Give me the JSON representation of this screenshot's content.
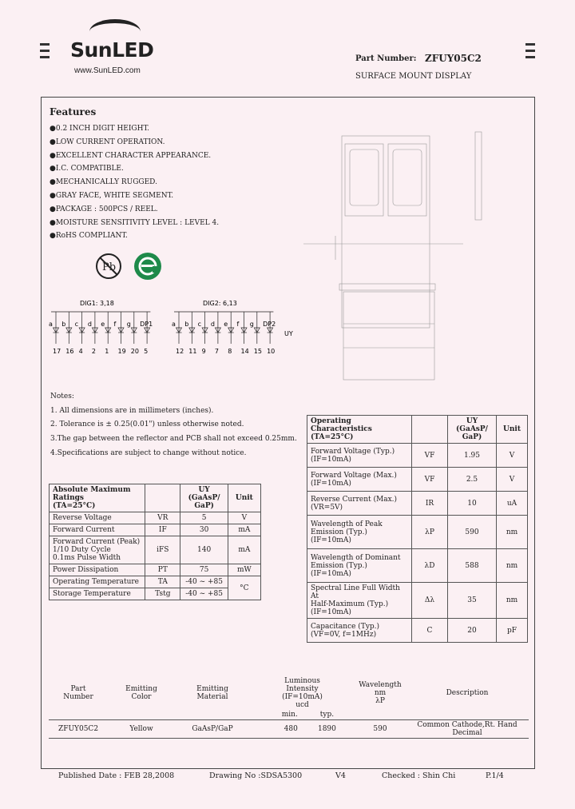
{
  "logo": {
    "brand": "SunLED",
    "url": "www.SunLED.com"
  },
  "header": {
    "part_label": "Part Number:",
    "part_number": "ZFUY05C2",
    "subtitle": "SURFACE MOUNT DISPLAY"
  },
  "features": {
    "title": "Features",
    "items": [
      "0.2 INCH DIGIT HEIGHT.",
      "LOW CURRENT OPERATION.",
      "EXCELLENT CHARACTER APPEARANCE.",
      "I.C. COMPATIBLE.",
      "MECHANICALLY RUGGED.",
      "GRAY FACE, WHITE SEGMENT.",
      "PACKAGE : 500PCS / REEL.",
      "MOISTURE SENSITIVITY LEVEL : LEVEL 4.",
      "RoHS COMPLIANT."
    ]
  },
  "circuit": {
    "dig1_label": "DIG1: 3,18",
    "dig2_label": "DIG2: 6,13",
    "dig1_segments": [
      "a",
      "b",
      "c",
      "d",
      "e",
      "f",
      "g",
      "DP1"
    ],
    "dig1_pins": [
      "17",
      "16",
      "4",
      "2",
      "1",
      "19",
      "20",
      "5"
    ],
    "dig2_segments": [
      "a",
      "b",
      "c",
      "d",
      "e",
      "f",
      "g",
      "DP2"
    ],
    "dig2_pins": [
      "12",
      "11",
      "9",
      "7",
      "8",
      "14",
      "15",
      "10"
    ],
    "color_code": "UY"
  },
  "notes": {
    "title": "Notes:",
    "items": [
      "1. All dimensions are in millimeters (inches).",
      "2. Tolerance is ± 0.25(0.01\") unless otherwise noted.",
      "3.The gap between the reflector and PCB shall not exceed 0.25mm.",
      "4.Specifications are subject to change without notice."
    ]
  },
  "abs_max": {
    "title": "Absolute Maximum Ratings",
    "condition": "(TA=25°C)",
    "col_uy": "UY",
    "col_mat": "(GaAsP/",
    "col_mat2": "GaP)",
    "col_unit": "Unit",
    "rows": [
      {
        "param": "Reverse Voltage",
        "sym": "VR",
        "val": "5",
        "unit": "V"
      },
      {
        "param": "Forward Current",
        "sym": "IF",
        "val": "30",
        "unit": "mA"
      },
      {
        "param": "Forward Current (Peak)\n1/10 Duty Cycle\n0.1ms Pulse Width",
        "sym": "iFS",
        "val": "140",
        "unit": "mA"
      },
      {
        "param": "Power Dissipation",
        "sym": "PT",
        "val": "75",
        "unit": "mW"
      },
      {
        "param": "Operating Temperature",
        "sym": "TA",
        "val": "-40 ~ +85",
        "unit": "°C"
      },
      {
        "param": "Storage Temperature",
        "sym": "Tstg",
        "val": "-40 ~ +85",
        "unit": ""
      }
    ]
  },
  "op_char": {
    "title": "Operating Characteristics",
    "condition": "(TA=25°C)",
    "col_uy": "UY",
    "col_mat": "(GaAsP/",
    "col_mat2": "GaP)",
    "col_unit": "Unit",
    "rows": [
      {
        "param": "Forward Voltage (Typ.)\n(IF=10mA)",
        "sym": "VF",
        "val": "1.95",
        "unit": "V"
      },
      {
        "param": "Forward Voltage (Max.)\n(IF=10mA)",
        "sym": "VF",
        "val": "2.5",
        "unit": "V"
      },
      {
        "param": "Reverse Current (Max.)\n(VR=5V)",
        "sym": "IR",
        "val": "10",
        "unit": "uA"
      },
      {
        "param": "Wavelength of Peak\nEmission (Typ.)\n(IF=10mA)",
        "sym": "λP",
        "val": "590",
        "unit": "nm"
      },
      {
        "param": "Wavelength of Dominant\nEmission (Typ.)\n(IF=10mA)",
        "sym": "λD",
        "val": "588",
        "unit": "nm"
      },
      {
        "param": "Spectral Line Full Width At\nHalf-Maximum (Typ.)\n(IF=10mA)",
        "sym": "Δλ",
        "val": "35",
        "unit": "nm"
      },
      {
        "param": "Capacitance (Typ.)\n(VF=0V, f=1MHz)",
        "sym": "C",
        "val": "20",
        "unit": "pF"
      }
    ]
  },
  "part_table": {
    "headers": {
      "part": "Part\nNumber",
      "color": "Emitting\nColor",
      "material": "Emitting\nMaterial",
      "luminous": "Luminous\nIntensity\n(IF=10mA)\nucd",
      "wavelength": "Wavelength\nnm\nλP",
      "desc": "Description",
      "min": "min.",
      "typ": "typ."
    },
    "row": {
      "part": "ZFUY05C2",
      "color": "Yellow",
      "material": "GaAsP/GaP",
      "min": "480",
      "typ": "1890",
      "wl": "590",
      "desc": "Common Cathode,Rt. Hand Decimal"
    }
  },
  "footer": {
    "published": "Published Date : FEB 28,2008",
    "drawing": "Drawing No :SDSA5300",
    "version": "V4",
    "checked": "Checked : Shin Chi",
    "page": "P.1/4"
  }
}
